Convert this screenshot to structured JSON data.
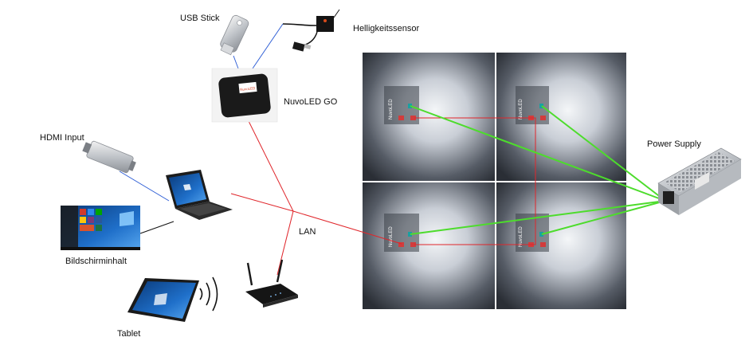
{
  "labels": {
    "usb_stick": "USB Stick",
    "brightness_sensor": "Helligkeitssensor",
    "nuvoled_go": "NuvoLED GO",
    "hdmi_input": "HDMI Input",
    "screen_content": "Bildschirminhalt",
    "tablet": "Tablet",
    "lan": "LAN",
    "power_supply": "Power Supply"
  },
  "device_text": {
    "nuvoled_logo": "NuvoLED",
    "panel_brand": "NuvoLED"
  },
  "colors": {
    "lan_line": "#e0262b",
    "power_line": "#4ddc2c",
    "usb_line": "#2f5fd6",
    "hdmi_line": "#2f5fd6",
    "screen_line": "#111111",
    "panel_dark": "#2b2f36",
    "panel_light": "#e6e9ee"
  }
}
